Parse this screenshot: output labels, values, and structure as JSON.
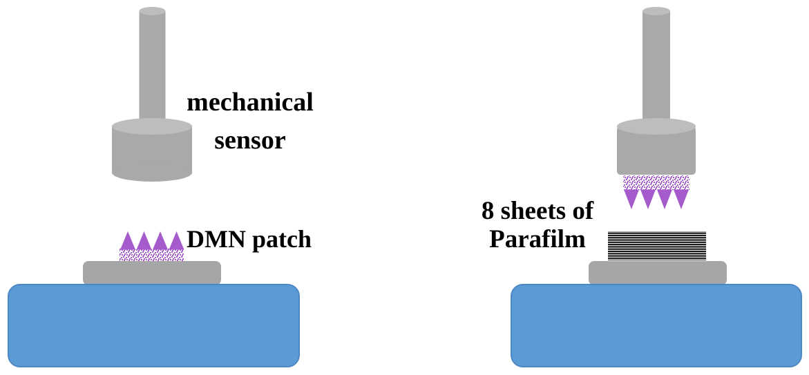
{
  "colors": {
    "metal_gray": "#a9a9a9",
    "metal_gray_light": "#bdbdbd",
    "platform_gray": "#a6a6a6",
    "microneedle_purple": "#a55bcb",
    "stage_blue": "#5b9bd5",
    "stage_blue_border": "#4d87c3",
    "parafilm_black": "#0d0d0d",
    "label_black": "#000000",
    "background_white": "#ffffff"
  },
  "left_setup": {
    "sensor_label_line1": "mechanical",
    "sensor_label_line2": "sensor",
    "patch_label": "DMN patch"
  },
  "right_setup": {
    "stack_label_line1": "8 sheets of",
    "stack_label_line2": "Parafilm"
  }
}
